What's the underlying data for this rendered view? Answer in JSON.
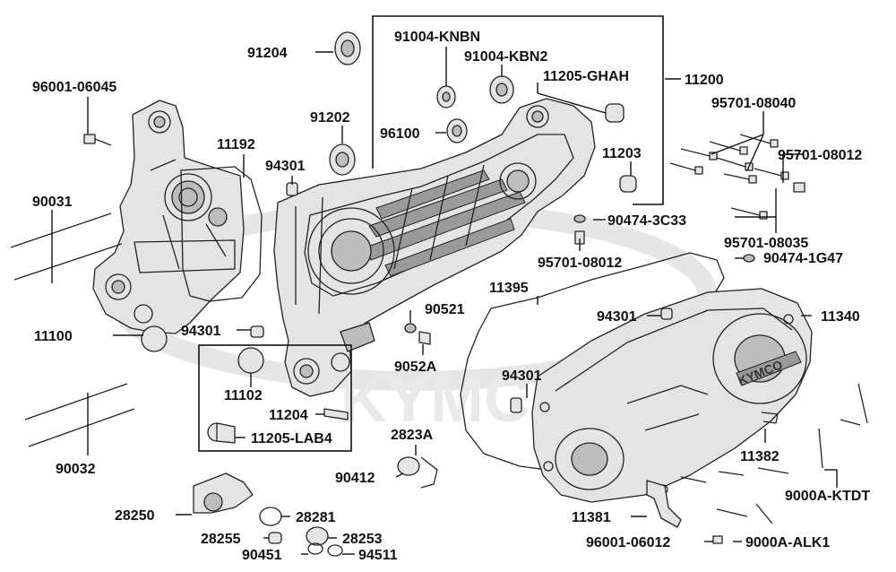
{
  "labels": {
    "p91204": "91204",
    "p96001_06045": "96001-06045",
    "p91004_knbn": "91004-KNBN",
    "p91004_kbn2": "91004-KBN2",
    "p11205_ghah": "11205-GHAH",
    "p11200": "11200",
    "p95701_08040": "95701-08040",
    "p91202": "91202",
    "p11192": "11192",
    "p96100": "96100",
    "p11203": "11203",
    "p94301_a": "94301",
    "p95701_08012_a": "95701-08012",
    "p90031": "90031",
    "p90474_3c33": "90474-3C33",
    "p95701_08035": "95701-08035",
    "p95701_08012_b": "95701-08012",
    "p90474_1g47": "90474-1G47",
    "p11395": "11395",
    "p90521": "90521",
    "p94301_b": "94301",
    "p11340": "11340",
    "p11100": "11100",
    "p94301_c": "94301",
    "p9052a": "9052A",
    "p94301_d": "94301",
    "p11102": "11102",
    "p11204": "11204",
    "p11205_lab4": "11205-LAB4",
    "p2823a": "2823A",
    "p11382": "11382",
    "p90032": "90032",
    "p90412": "90412",
    "p9000a_ktdt": "9000A-KTDT",
    "p28250": "28250",
    "p28281": "28281",
    "p11381": "11381",
    "p28255": "28255",
    "p28253": "28253",
    "p96001_06012": "96001-06012",
    "p9000a_alk1": "9000A-ALK1",
    "p90451": "90451",
    "p94511": "94511"
  },
  "watermark": "KYMCO",
  "cover_logo": "KYMCO"
}
